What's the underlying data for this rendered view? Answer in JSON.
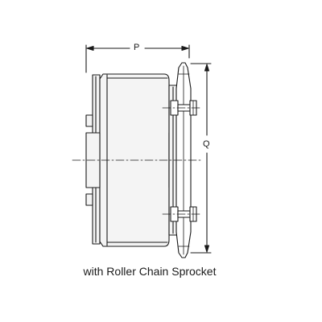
{
  "drawing": {
    "caption": "with Roller Chain Sprocket",
    "dimensions": {
      "p_label": "P",
      "q_label": "Q"
    },
    "colors": {
      "ink": "#1a1a1a",
      "body_fill": "#f4f4f4"
    }
  }
}
